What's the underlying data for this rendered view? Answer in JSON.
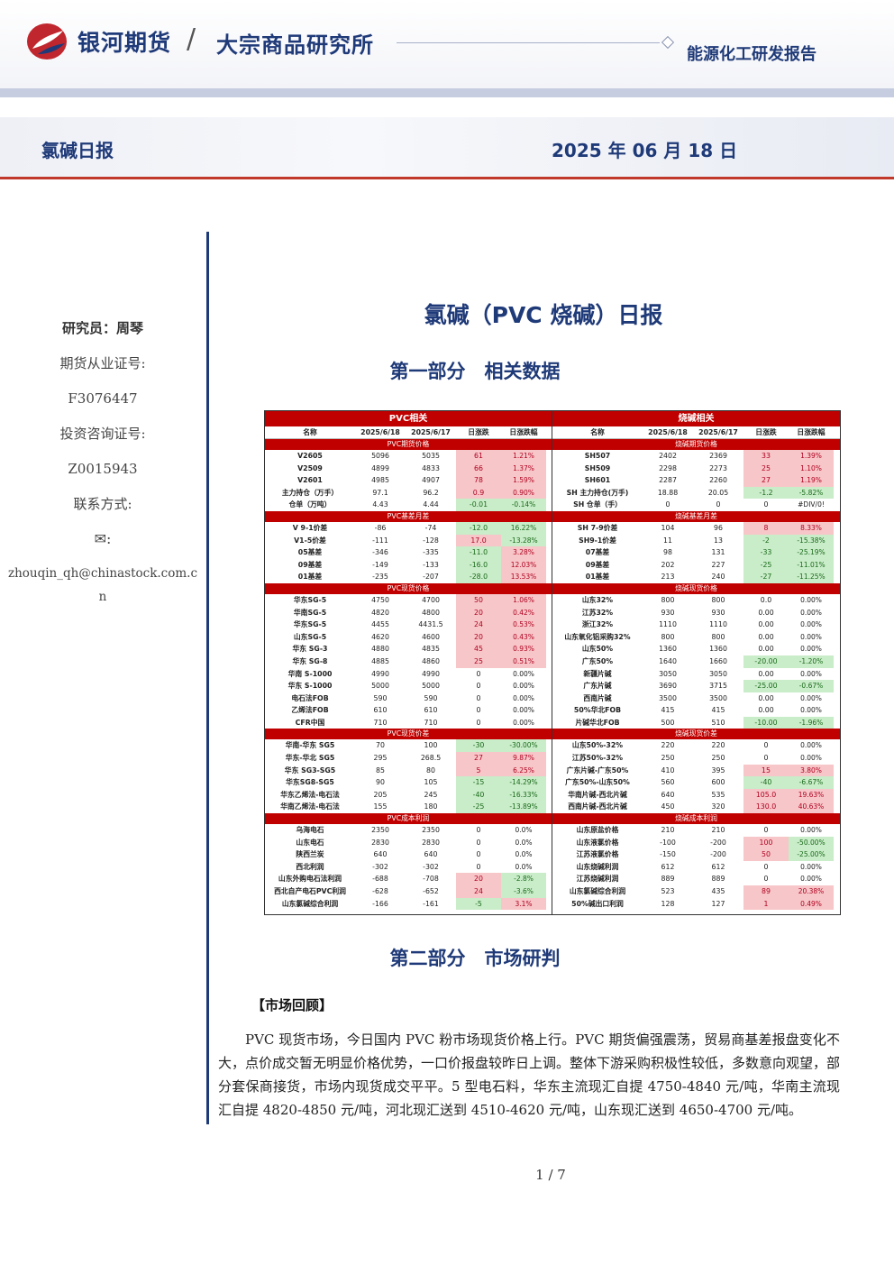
{
  "header": {
    "brand": "银河期货",
    "slash": "/",
    "institute": "大宗商品研究所",
    "report_type": "能源化工研发报告",
    "report_name": "氯碱日报",
    "date": "2025 年 06 月 18 日"
  },
  "sidebar": {
    "researcher": "研究员：周琴",
    "license_label": "期货从业证号:",
    "license": "F3076447",
    "consult_label": "投资咨询证号:",
    "consult": "Z0015943",
    "contact_label": "联系方式:",
    "email": "zhouqin_qh@chinastock.com.cn"
  },
  "main": {
    "title": "氯碱（PVC 烧碱）日报",
    "section1": "第一部分　相关数据",
    "section2": "第二部分　市场研判",
    "review_title": "【市场回顾】",
    "paragraph": "PVC 现货市场，今日国内 PVC 粉市场现货价格上行。PVC 期货偏强震荡，贸易商基差报盘变化不大，点价成交暂无明显价格优势，一口价报盘较昨日上调。整体下游采购积极性较低，多数意向观望，部分套保商接货，市场内现货成交平平。5 型电石料，华东主流现汇自提 4750-4840 元/吨，华南主流现汇自提 4820-4850 元/吨，河北现汇送到 4510-4620 元/吨，山东现汇送到 4650-4700 元/吨。",
    "page": "1 / 7"
  },
  "colors": {
    "primary": "#1f3a78",
    "accent": "#c00000",
    "up": "#f7c6c8",
    "down": "#c9ecc9"
  },
  "table_headers": [
    "名称",
    "2025/6/18",
    "2025/6/17",
    "日涨跌",
    "日涨跌幅"
  ],
  "pvc": {
    "title": "PVC相关",
    "sections": [
      {
        "name": "PVC期货价格",
        "rows": [
          [
            "V2605",
            "5096",
            "5035",
            "61",
            "1.21%",
            "r"
          ],
          [
            "V2509",
            "4899",
            "4833",
            "66",
            "1.37%",
            "r"
          ],
          [
            "V2601",
            "4985",
            "4907",
            "78",
            "1.59%",
            "r"
          ],
          [
            "主力持仓（万手）",
            "97.1",
            "96.2",
            "0.9",
            "0.90%",
            "r"
          ],
          [
            "仓单（万吨）",
            "4.43",
            "4.44",
            "-0.01",
            "-0.14%",
            "g"
          ]
        ]
      },
      {
        "name": "PVC基差月差",
        "rows": [
          [
            "V 9-1价差",
            "-86",
            "-74",
            "-12.0",
            "16.22%",
            "g"
          ],
          [
            "V1-5价差",
            "-111",
            "-128",
            "17.0",
            "-13.28%",
            "rg"
          ],
          [
            "05基差",
            "-346",
            "-335",
            "-11.0",
            "3.28%",
            "gr"
          ],
          [
            "09基差",
            "-149",
            "-133",
            "-16.0",
            "12.03%",
            "gr"
          ],
          [
            "01基差",
            "-235",
            "-207",
            "-28.0",
            "13.53%",
            "gr"
          ]
        ]
      },
      {
        "name": "PVC现货价格",
        "rows": [
          [
            "华东SG-5",
            "4750",
            "4700",
            "50",
            "1.06%",
            "r"
          ],
          [
            "华南SG-5",
            "4820",
            "4800",
            "20",
            "0.42%",
            "r"
          ],
          [
            "华东SG-5",
            "4455",
            "4431.5",
            "24",
            "0.53%",
            "r"
          ],
          [
            "山东SG-5",
            "4620",
            "4600",
            "20",
            "0.43%",
            "r"
          ],
          [
            "华东 SG-3",
            "4880",
            "4835",
            "45",
            "0.93%",
            "r"
          ],
          [
            "华东 SG-8",
            "4885",
            "4860",
            "25",
            "0.51%",
            "r"
          ],
          [
            "华南 S-1000",
            "4990",
            "4990",
            "0",
            "0.00%",
            ""
          ],
          [
            "华东 S-1000",
            "5000",
            "5000",
            "0",
            "0.00%",
            ""
          ],
          [
            "电石法FOB",
            "590",
            "590",
            "0",
            "0.00%",
            ""
          ],
          [
            "乙烯法FOB",
            "610",
            "610",
            "0",
            "0.00%",
            ""
          ],
          [
            "CFR中国",
            "710",
            "710",
            "0",
            "0.00%",
            ""
          ]
        ]
      },
      {
        "name": "PVC现货价差",
        "rows": [
          [
            "华南-华东 SG5",
            "70",
            "100",
            "-30",
            "-30.00%",
            "g"
          ],
          [
            "华东-华北 SG5",
            "295",
            "268.5",
            "27",
            "9.87%",
            "r"
          ],
          [
            "华东 SG3-SG5",
            "85",
            "80",
            "5",
            "6.25%",
            "r"
          ],
          [
            "华东SG8-SG5",
            "90",
            "105",
            "-15",
            "-14.29%",
            "g"
          ],
          [
            "华东乙烯法-电石法",
            "205",
            "245",
            "-40",
            "-16.33%",
            "g"
          ],
          [
            "华南乙烯法-电石法",
            "155",
            "180",
            "-25",
            "-13.89%",
            "g"
          ]
        ]
      },
      {
        "name": "PVC成本利润",
        "rows": [
          [
            "乌海电石",
            "2350",
            "2350",
            "0",
            "0.0%",
            ""
          ],
          [
            "山东电石",
            "2830",
            "2830",
            "0",
            "0.0%",
            ""
          ],
          [
            "陕西兰炭",
            "640",
            "640",
            "0",
            "0.0%",
            ""
          ],
          [
            "西北利润",
            "-302",
            "-302",
            "0",
            "0.0%",
            ""
          ],
          [
            "山东外购电石法利润",
            "-688",
            "-708",
            "20",
            "-2.8%",
            "rg"
          ],
          [
            "西北自产电石PVC利润",
            "-628",
            "-652",
            "24",
            "-3.6%",
            "rg"
          ],
          [
            "山东氯碱综合利润",
            "-166",
            "-161",
            "-5",
            "3.1%",
            "gr"
          ]
        ]
      }
    ]
  },
  "caustic": {
    "title": "烧碱相关",
    "sections": [
      {
        "name": "烧碱期货价格",
        "rows": [
          [
            "SH507",
            "2402",
            "2369",
            "33",
            "1.39%",
            "r"
          ],
          [
            "SH509",
            "2298",
            "2273",
            "25",
            "1.10%",
            "r"
          ],
          [
            "SH601",
            "2287",
            "2260",
            "27",
            "1.19%",
            "r"
          ],
          [
            "SH 主力持仓(万手)",
            "18.88",
            "20.05",
            "-1.2",
            "-5.82%",
            "g"
          ],
          [
            "SH 仓单（手）",
            "0",
            "0",
            "0",
            "#DIV/0!",
            ""
          ]
        ]
      },
      {
        "name": "烧碱基差月差",
        "rows": [
          [
            "SH 7-9价差",
            "104",
            "96",
            "8",
            "8.33%",
            "r"
          ],
          [
            "SH9-1价差",
            "11",
            "13",
            "-2",
            "-15.38%",
            "g"
          ],
          [
            "07基差",
            "98",
            "131",
            "-33",
            "-25.19%",
            "g"
          ],
          [
            "09基差",
            "202",
            "227",
            "-25",
            "-11.01%",
            "g"
          ],
          [
            "01基差",
            "213",
            "240",
            "-27",
            "-11.25%",
            "g"
          ]
        ]
      },
      {
        "name": "烧碱现货价格",
        "rows": [
          [
            "山东32%",
            "800",
            "800",
            "0.0",
            "0.00%",
            ""
          ],
          [
            "江苏32%",
            "930",
            "930",
            "0.00",
            "0.00%",
            ""
          ],
          [
            "浙江32%",
            "1110",
            "1110",
            "0.00",
            "0.00%",
            ""
          ],
          [
            "山东氧化铝采购32%",
            "800",
            "800",
            "0.00",
            "0.00%",
            ""
          ],
          [
            "山东50%",
            "1360",
            "1360",
            "0.00",
            "0.00%",
            ""
          ],
          [
            "广东50%",
            "1640",
            "1660",
            "-20.00",
            "-1.20%",
            "g"
          ],
          [
            "新疆片碱",
            "3050",
            "3050",
            "0.00",
            "0.00%",
            ""
          ],
          [
            "广东片碱",
            "3690",
            "3715",
            "-25.00",
            "-0.67%",
            "g"
          ],
          [
            "西南片碱",
            "3500",
            "3500",
            "0.00",
            "0.00%",
            ""
          ],
          [
            "50%华北FOB",
            "415",
            "415",
            "0.00",
            "0.00%",
            ""
          ],
          [
            "片碱华北FOB",
            "500",
            "510",
            "-10.00",
            "-1.96%",
            "g"
          ]
        ]
      },
      {
        "name": "烧碱现货价差",
        "rows": [
          [
            "山东50%-32%",
            "220",
            "220",
            "0",
            "0.00%",
            ""
          ],
          [
            "江苏50%-32%",
            "250",
            "250",
            "0",
            "0.00%",
            ""
          ],
          [
            "广东片碱-广东50%",
            "410",
            "395",
            "15",
            "3.80%",
            "r"
          ],
          [
            "广东50%-山东50%",
            "560",
            "600",
            "-40",
            "-6.67%",
            "g"
          ],
          [
            "华南片碱-西北片碱",
            "640",
            "535",
            "105.0",
            "19.63%",
            "r"
          ],
          [
            "西南片碱-西北片碱",
            "450",
            "320",
            "130.0",
            "40.63%",
            "r"
          ]
        ]
      },
      {
        "name": "烧碱成本利润",
        "rows": [
          [
            "山东原盐价格",
            "210",
            "210",
            "0",
            "0.00%",
            ""
          ],
          [
            "山东液氯价格",
            "-100",
            "-200",
            "100",
            "-50.00%",
            "rg"
          ],
          [
            "江苏液氯价格",
            "-150",
            "-200",
            "50",
            "-25.00%",
            "rg"
          ],
          [
            "山东烧碱利润",
            "612",
            "612",
            "0",
            "0.00%",
            ""
          ],
          [
            "江苏烧碱利润",
            "889",
            "889",
            "0",
            "0.00%",
            ""
          ],
          [
            "山东氯碱综合利润",
            "523",
            "435",
            "89",
            "20.38%",
            "r"
          ],
          [
            "50%碱出口利润",
            "128",
            "127",
            "1",
            "0.49%",
            "r"
          ]
        ]
      }
    ]
  }
}
